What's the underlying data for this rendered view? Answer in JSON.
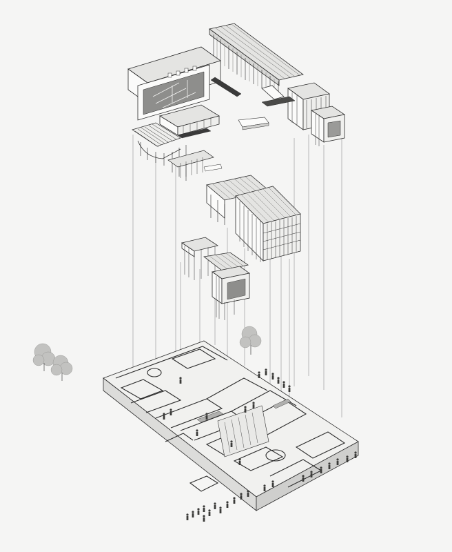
{
  "title": "",
  "colors": {
    "paper": "#f5f5f4",
    "line": "#2a2a2a",
    "fine": "#555555",
    "roof": "#e4e4e2",
    "wall": "#fbfbfa",
    "shadow": "#bdbdbb",
    "tree": "#b8b8b6",
    "guide": "#7a7a7a"
  },
  "components": [
    {
      "id": "upper-right-pavilion-roof",
      "type": "roof-frame"
    },
    {
      "id": "upper-left-hall-section",
      "type": "sectioned-volume"
    },
    {
      "id": "upper-left-colonnade",
      "type": "frame"
    },
    {
      "id": "right-tower-units",
      "type": "tower"
    },
    {
      "id": "middle-louvered-block",
      "type": "louvered-volume"
    },
    {
      "id": "lower-middle-pavilions",
      "type": "frame"
    },
    {
      "id": "ground-plan-ruins",
      "type": "plan-walls"
    }
  ],
  "icons": [
    "tree-icon",
    "person-icon"
  ]
}
